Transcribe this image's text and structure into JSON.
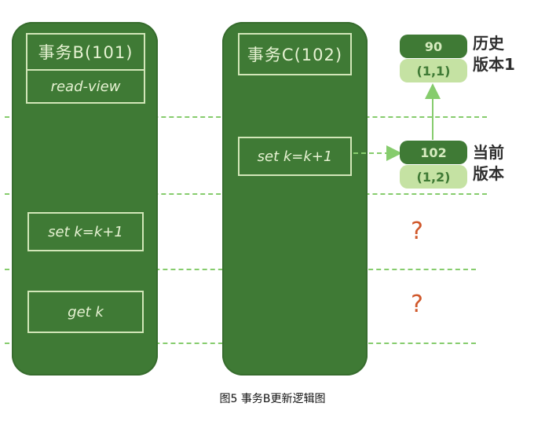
{
  "transactions": {
    "b": {
      "title": "事务B(101)",
      "view": "read-view",
      "op1": "set k=k+1",
      "op2": "get k"
    },
    "c": {
      "title": "事务C(102)",
      "op1": "set k=k+1"
    }
  },
  "versions": {
    "history": {
      "trx_id": "90",
      "value": "(1,1)",
      "label_line1": "历史",
      "label_line2": "版本1"
    },
    "current": {
      "trx_id": "102",
      "value": "(1,2)",
      "label_line1": "当前",
      "label_line2": "版本"
    }
  },
  "unknown": {
    "q1": "?",
    "q2": "?"
  },
  "caption": "图5 事务B更新逻辑图",
  "colors": {
    "column": "#3f7a35",
    "light_green": "#c5e2a3",
    "dash_line": "#86cc6d",
    "question": "#d0582b"
  }
}
